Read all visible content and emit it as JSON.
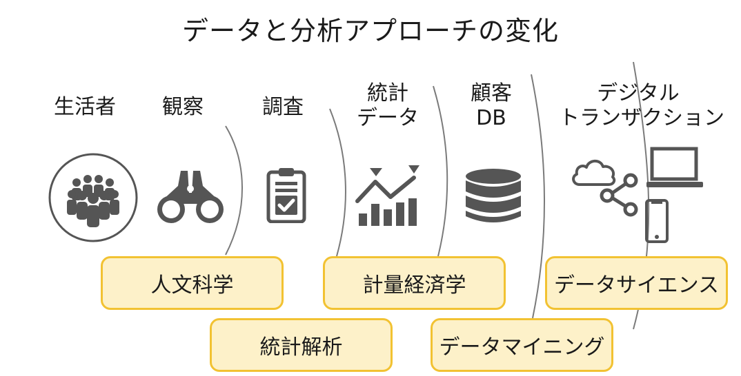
{
  "title": "データと分析アプローチの変化",
  "stages": {
    "consumer": "生活者",
    "observation": "観察",
    "survey": "調査",
    "statistical_data": [
      "統計",
      "データ"
    ],
    "customer_db": [
      "顧客",
      "DB"
    ],
    "digital_transaction": [
      "デジタル",
      "トランザクション"
    ]
  },
  "approaches": {
    "humanities": "人文科学",
    "statistical_analysis": "統計解析",
    "econometrics": "計量経済学",
    "data_mining": "データマイニング",
    "data_science": "データサイエンス"
  },
  "icons": [
    "people-group-icon",
    "binoculars-icon",
    "clipboard-check-icon",
    "bar-line-chart-icon",
    "database-icon",
    "cloud-icon",
    "share-icon",
    "laptop-icon",
    "smartphone-icon"
  ],
  "colors": {
    "box_fill": "#fdf1c9",
    "box_border": "#f2c232",
    "icon_gray": "#555555",
    "curve_gray": "#7a7a7a"
  }
}
